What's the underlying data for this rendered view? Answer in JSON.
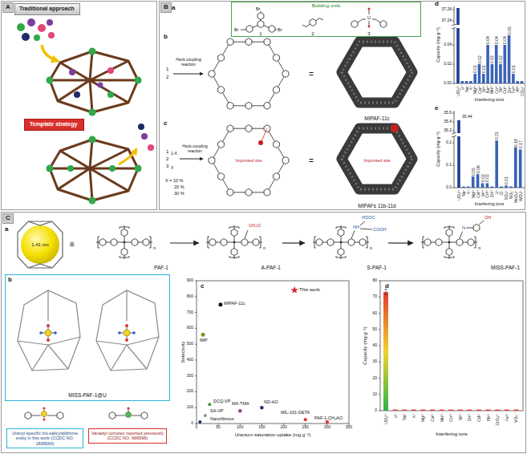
{
  "diagram": {
    "nodes": [
      {
        "text": [
          "A"
        ]
      },
      {
        "text": [
          "Traditional approach"
        ],
        "in": 0
      },
      {
        "text": [
          "Template strategy"
        ],
        "in": 0
      },
      {
        "text": [
          "B"
        ]
      },
      {
        "text": [
          "Building units"
        ],
        "in": 3
      },
      {
        "text": [
          "C"
        ]
      },
      {
        "text": [
          "PAF-1"
        ],
        "in": 5
      },
      {
        "text": [
          "A-PAF-1"
        ],
        "in": 5
      },
      {
        "text": [
          "S-PAF-1"
        ],
        "in": 5
      },
      {
        "text": [
          "MISS-PAF-1"
        ],
        "in": 5
      },
      {
        "text": [
          "MISS-PAF-1@U"
        ],
        "in": 5
      },
      {
        "text": [
          "Uranyl-specific bis-salicylaldimine entity in this work (CCDC NO. 1839564)"
        ],
        "in": 5
      },
      {
        "text": [
          "Vanadyl complex reported previously (CCDC NO. 666996)"
        ],
        "in": 5
      }
    ],
    "edges": [
      {
        "from": 6,
        "to": 7,
        "arrow": "to"
      },
      {
        "from": 7,
        "to": 8,
        "arrow": "to"
      },
      {
        "from": 8,
        "to": 9,
        "arrow": "to"
      }
    ],
    "labels": [
      "a",
      "b",
      "c",
      "d",
      "e",
      "Br",
      "Br",
      "Br",
      "1",
      "2",
      "U",
      "3",
      "1",
      "2",
      "Heck coupling reaction",
      "=",
      "MIPAF-11c",
      "1",
      "1-X",
      "2",
      "3",
      "X",
      "Heck coupling reaction",
      "Imprinted site",
      "=",
      "Imprinted site",
      "X = 10 %",
      "20 %",
      "30 %",
      "MIPAFs 11b-11d",
      "37.26",
      "37.24",
      "0.04",
      "0.02",
      "0.00",
      "0.01",
      "0.02",
      "0.01",
      "0.04",
      "0.02",
      "0.04",
      "0.02",
      "0.04",
      "0.05",
      "0.01",
      "UO₂²⁺",
      "Li⁺",
      "Na⁺",
      "K⁺",
      "Mg²⁺",
      "Ca²⁺",
      "Sr²⁺",
      "Ba²⁺",
      "Mn²⁺",
      "Co²⁺",
      "Ni²⁺",
      "Cu²⁺",
      "Zn²⁺",
      "Fe³⁺",
      "Al³⁺",
      "CO₃²⁻",
      "Capacity (mg g⁻¹)",
      "Interfering ions",
      "35.6",
      "35.4",
      "35.2",
      "0.2",
      "0.1",
      "0.0",
      "35.44",
      "0.05",
      "0.06",
      "0.02",
      "0.02",
      "0.21",
      "0.01",
      "0.18",
      "0.17",
      "UO₂²⁺",
      "Na⁺",
      "K⁺",
      "Mg²⁺",
      "Ca²⁺",
      "Sr²⁺",
      "Co²⁺",
      "Zn²⁺",
      "Li⁺",
      "Cl⁻",
      "SO₄²⁻",
      "NO₃⁻",
      "MoO₄²⁻",
      "WO₄²⁻",
      "Capacity (mg g⁻¹)",
      "Interfering ions",
      "a",
      "1.41 nm",
      "≡",
      "n",
      "CH₂Cl",
      "n",
      "NH",
      "HOOC",
      "COOH",
      "n",
      "N",
      "OH",
      "n",
      "b",
      "c",
      "0",
      "100",
      "200",
      "300",
      "400",
      "500",
      "600",
      "700",
      "800",
      "900",
      "0",
      "50",
      "100",
      "150",
      "200",
      "250",
      "300",
      "350",
      "Selectivity",
      "Uranium saturation uptake (mg g⁻¹)",
      "MIPAF-11c",
      "MIP",
      "DCQ-VP",
      "SA-VP",
      "Nanofibrous",
      "MA-TMA",
      "ND-AO",
      "MIL-101-DETA",
      "PAF-1-CH₂AO",
      "This work",
      "d",
      "0",
      "10",
      "20",
      "30",
      "40",
      "50",
      "60",
      "70",
      "80",
      "UO₂²⁺",
      "Li⁺",
      "Na⁺",
      "K⁺",
      "Mg²⁺",
      "Ca²⁺",
      "Mn²⁺",
      "Co²⁺",
      "Ni²⁺",
      "Zn²⁺",
      "Cd²⁺",
      "Pb²⁺",
      "CrO₄²⁻",
      "Fe³⁺",
      "VO₃⁻",
      "Capacity (mg g⁻¹)",
      "Interfering ions"
    ]
  }
}
